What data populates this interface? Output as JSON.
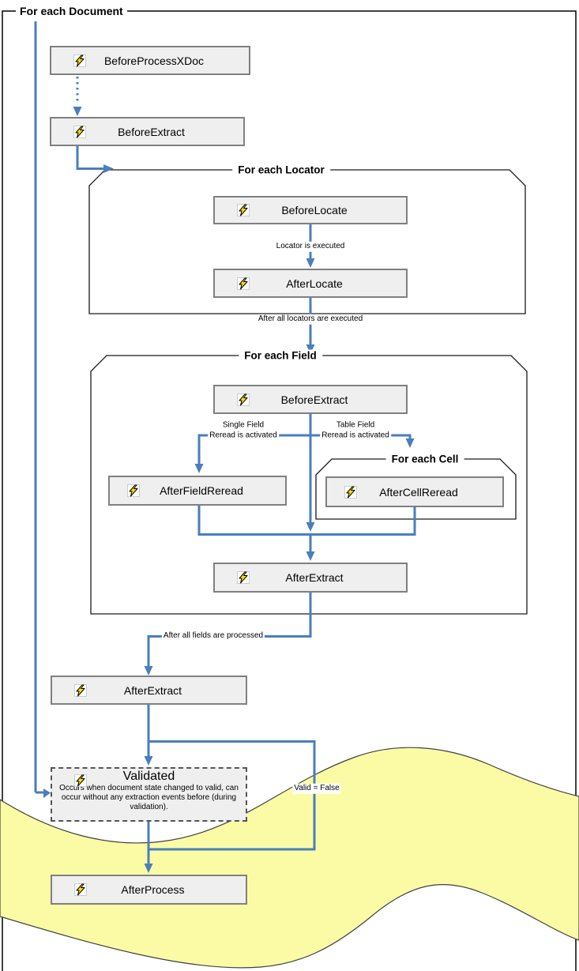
{
  "diagram": {
    "frame_title": "For each Document",
    "containers": {
      "locator": "For each Locator",
      "field": "For each Field",
      "cell": "For each Cell"
    },
    "nodes": {
      "beforeProcessXDoc": "BeforeProcessXDoc",
      "beforeExtractDoc": "BeforeExtract",
      "beforeLocate": "BeforeLocate",
      "afterLocate": "AfterLocate",
      "beforeExtractField": "BeforeExtract",
      "afterFieldReread": "AfterFieldReread",
      "afterCellReread": "AfterCellReread",
      "afterExtractField": "AfterExtract",
      "afterExtractDoc": "AfterExtract",
      "validated": "Validated",
      "validatedNote": "Occurs when document state changed to valid, can occur without any extraction events before (during validation).",
      "afterProcess": "AfterProcess"
    },
    "edge_labels": {
      "locatorExecuted": "Locator is executed",
      "afterAllLocators": "After all locators are executed",
      "singleField": "Single Field",
      "singleFieldReread": "Reread is activated",
      "tableField": "Table Field",
      "tableFieldReread": "Reread is activated",
      "afterAllFields": "After all fields are processed",
      "validFalse": "Valid = False"
    },
    "icon": "lightning-bolt",
    "colors": {
      "connector": "#4a7ebc",
      "box_fill": "#efefef",
      "box_border": "#808080",
      "wave_fill": "#fbfba6",
      "outline": "#000000"
    }
  }
}
